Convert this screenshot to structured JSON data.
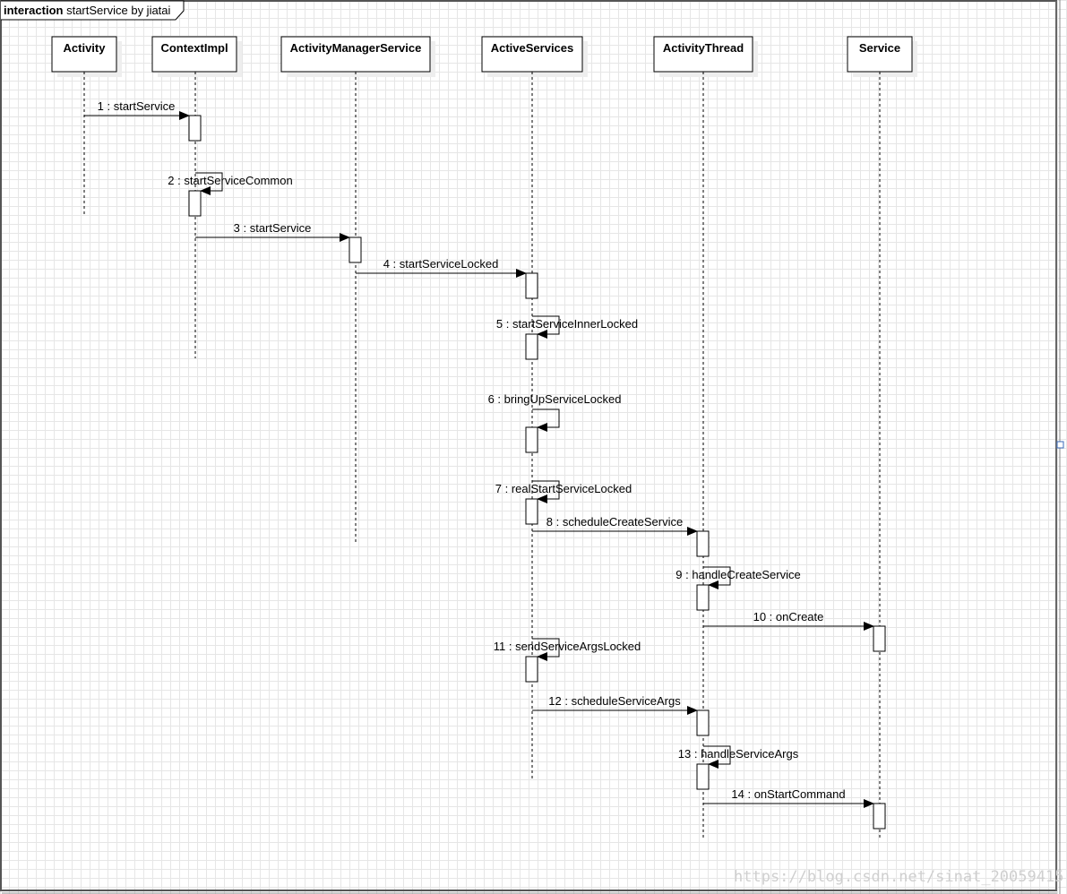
{
  "frame": {
    "keyword": "interaction",
    "title": "startService by jiatai"
  },
  "lifelines": [
    {
      "id": "activity",
      "label": "Activity"
    },
    {
      "id": "contextimpl",
      "label": "ContextImpl"
    },
    {
      "id": "ams",
      "label": "ActivityManagerService"
    },
    {
      "id": "activeservices",
      "label": "ActiveServices"
    },
    {
      "id": "activitythread",
      "label": "ActivityThread"
    },
    {
      "id": "service",
      "label": "Service"
    }
  ],
  "messages": [
    {
      "label": "1 : startService",
      "from": "activity",
      "to": "contextimpl"
    },
    {
      "label": "2 : startServiceCommon",
      "from": "contextimpl",
      "to": "contextimpl"
    },
    {
      "label": "3 : startService",
      "from": "contextimpl",
      "to": "ams"
    },
    {
      "label": "4 : startServiceLocked",
      "from": "ams",
      "to": "activeservices"
    },
    {
      "label": "5 : startServiceInnerLocked",
      "from": "activeservices",
      "to": "activeservices"
    },
    {
      "label": "6 : bringUpServiceLocked",
      "from": "activeservices",
      "to": "activeservices"
    },
    {
      "label": "7 : realStartServiceLocked",
      "from": "activeservices",
      "to": "activeservices"
    },
    {
      "label": "8 : scheduleCreateService",
      "from": "activeservices",
      "to": "activitythread"
    },
    {
      "label": "9 : handleCreateService",
      "from": "activitythread",
      "to": "activitythread"
    },
    {
      "label": "10 : onCreate",
      "from": "activitythread",
      "to": "service"
    },
    {
      "label": "11 : sendServiceArgsLocked",
      "from": "activeservices",
      "to": "activeservices"
    },
    {
      "label": "12 : scheduleServiceArgs",
      "from": "activeservices",
      "to": "activitythread"
    },
    {
      "label": "13 : handleServiceArgs",
      "from": "activitythread",
      "to": "activitythread"
    },
    {
      "label": "14 : onStartCommand",
      "from": "activitythread",
      "to": "service"
    }
  ],
  "watermark": "https://blog.csdn.net/sinat_20059415"
}
